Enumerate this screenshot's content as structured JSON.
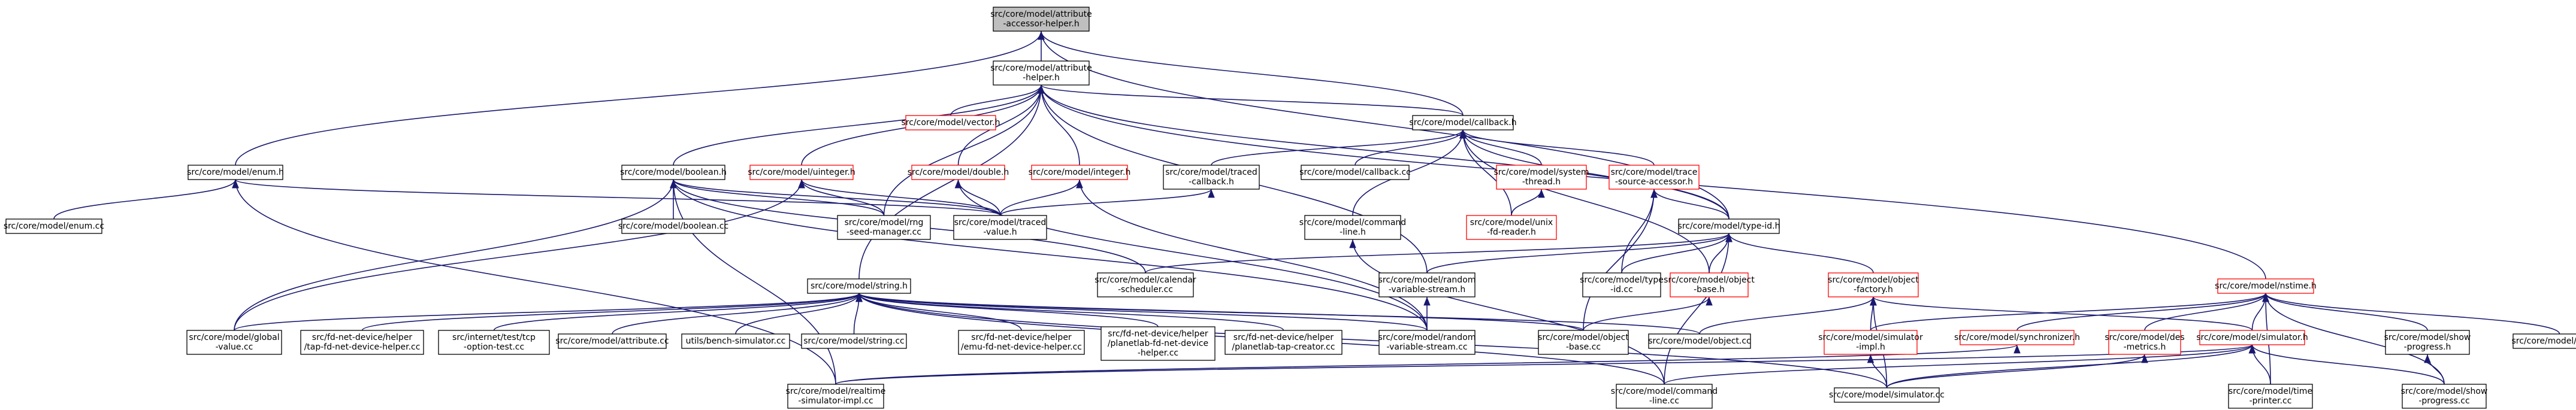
{
  "colors": {
    "edge": "#191970",
    "border_normal": "#000000",
    "border_missing": "#ff0000",
    "root_fill": "#bfbfbf",
    "node_fill": "#ffffff",
    "text": "#000000"
  },
  "nodes": [
    {
      "id": "attribute-accessor-helper",
      "lines": [
        "src/core/model/attribute",
        "-accessor-helper.h"
      ],
      "kind": "root"
    },
    {
      "id": "attribute-helper",
      "lines": [
        "src/core/model/attribute",
        "-helper.h"
      ],
      "kind": "normal"
    },
    {
      "id": "enum-h",
      "lines": [
        "src/core/model/enum.h"
      ],
      "kind": "normal"
    },
    {
      "id": "vector-h",
      "lines": [
        "src/core/model/vector.h"
      ],
      "kind": "missing"
    },
    {
      "id": "callback-h",
      "lines": [
        "src/core/model/callback.h"
      ],
      "kind": "normal"
    },
    {
      "id": "nstime-h",
      "lines": [
        "src/core/model/nstime.h"
      ],
      "kind": "missing"
    },
    {
      "id": "enum-cc",
      "lines": [
        "src/core/model/enum.cc"
      ],
      "kind": "normal"
    },
    {
      "id": "boolean-h",
      "lines": [
        "src/core/model/boolean.h"
      ],
      "kind": "normal"
    },
    {
      "id": "uinteger-h",
      "lines": [
        "src/core/model/uinteger.h"
      ],
      "kind": "missing"
    },
    {
      "id": "double-h",
      "lines": [
        "src/core/model/double.h"
      ],
      "kind": "missing"
    },
    {
      "id": "integer-h",
      "lines": [
        "src/core/model/integer.h"
      ],
      "kind": "missing"
    },
    {
      "id": "traced-callback-h",
      "lines": [
        "src/core/model/traced",
        "-callback.h"
      ],
      "kind": "normal"
    },
    {
      "id": "callback-cc",
      "lines": [
        "src/core/model/callback.cc"
      ],
      "kind": "normal"
    },
    {
      "id": "system-thread-h",
      "lines": [
        "src/core/model/system",
        "-thread.h"
      ],
      "kind": "missing"
    },
    {
      "id": "trace-source-accessor-h",
      "lines": [
        "src/core/model/trace",
        "-source-accessor.h"
      ],
      "kind": "missing"
    },
    {
      "id": "boolean-cc",
      "lines": [
        "src/core/model/boolean.cc"
      ],
      "kind": "normal"
    },
    {
      "id": "rng-seed-manager-cc",
      "lines": [
        "src/core/model/rng",
        "-seed-manager.cc"
      ],
      "kind": "normal"
    },
    {
      "id": "traced-value-h",
      "lines": [
        "src/core/model/traced",
        "-value.h"
      ],
      "kind": "normal"
    },
    {
      "id": "command-line-h",
      "lines": [
        "src/core/model/command",
        "-line.h"
      ],
      "kind": "normal"
    },
    {
      "id": "unix-fd-reader-h",
      "lines": [
        "src/core/model/unix",
        "-fd-reader.h"
      ],
      "kind": "missing"
    },
    {
      "id": "type-id-h",
      "lines": [
        "src/core/model/type-id.h"
      ],
      "kind": "normal"
    },
    {
      "id": "string-h",
      "lines": [
        "src/core/model/string.h"
      ],
      "kind": "normal"
    },
    {
      "id": "calendar-scheduler-cc",
      "lines": [
        "src/core/model/calendar",
        "-scheduler.cc"
      ],
      "kind": "normal"
    },
    {
      "id": "random-variable-stream-h",
      "lines": [
        "src/core/model/random",
        "-variable-stream.h"
      ],
      "kind": "normal"
    },
    {
      "id": "type-id-cc",
      "lines": [
        "src/core/model/type",
        "-id.cc"
      ],
      "kind": "normal"
    },
    {
      "id": "object-base-h",
      "lines": [
        "src/core/model/object",
        "-base.h"
      ],
      "kind": "missing"
    },
    {
      "id": "object-factory-h",
      "lines": [
        "src/core/model/object",
        "-factory.h"
      ],
      "kind": "missing"
    },
    {
      "id": "global-value-cc",
      "lines": [
        "src/core/model/global",
        "-value.cc"
      ],
      "kind": "normal"
    },
    {
      "id": "fd-net-tap-helper",
      "lines": [
        "src/fd-net-device/helper",
        "/tap-fd-net-device-helper.cc"
      ],
      "kind": "normal"
    },
    {
      "id": "tcp-option-test",
      "lines": [
        "src/internet/test/tcp",
        "-option-test.cc"
      ],
      "kind": "normal"
    },
    {
      "id": "attribute-cc",
      "lines": [
        "src/core/model/attribute.cc"
      ],
      "kind": "normal"
    },
    {
      "id": "bench-simulator",
      "lines": [
        "utils/bench-simulator.cc"
      ],
      "kind": "normal"
    },
    {
      "id": "string-cc",
      "lines": [
        "src/core/model/string.cc"
      ],
      "kind": "normal"
    },
    {
      "id": "fd-net-emu-helper",
      "lines": [
        "src/fd-net-device/helper",
        "/emu-fd-net-device-helper.cc"
      ],
      "kind": "normal"
    },
    {
      "id": "fd-net-planetlab-helper",
      "lines": [
        "src/fd-net-device/helper",
        "/planetlab-fd-net-device",
        "-helper.cc"
      ],
      "kind": "normal"
    },
    {
      "id": "fd-net-planetlab-tap",
      "lines": [
        "src/fd-net-device/helper",
        "/planetlab-tap-creator.cc"
      ],
      "kind": "normal"
    },
    {
      "id": "random-variable-stream-cc",
      "lines": [
        "src/core/model/random",
        "-variable-stream.cc"
      ],
      "kind": "normal"
    },
    {
      "id": "object-base-cc",
      "lines": [
        "src/core/model/object",
        "-base.cc"
      ],
      "kind": "normal"
    },
    {
      "id": "object-cc",
      "lines": [
        "src/core/model/object.cc"
      ],
      "kind": "normal"
    },
    {
      "id": "simulator-impl-h",
      "lines": [
        "src/core/model/simulator",
        "-impl.h"
      ],
      "kind": "missing"
    },
    {
      "id": "synchronizer-h",
      "lines": [
        "src/core/model/synchronizer.h"
      ],
      "kind": "missing"
    },
    {
      "id": "des-metrics-h",
      "lines": [
        "src/core/model/des",
        "-metrics.h"
      ],
      "kind": "missing"
    },
    {
      "id": "simulator-h",
      "lines": [
        "src/core/model/simulator.h"
      ],
      "kind": "missing"
    },
    {
      "id": "show-progress-h",
      "lines": [
        "src/core/model/show",
        "-progress.h"
      ],
      "kind": "normal"
    },
    {
      "id": "time-cc",
      "lines": [
        "src/core/model/time.cc"
      ],
      "kind": "normal"
    },
    {
      "id": "realtime-simulator-impl-cc",
      "lines": [
        "src/core/model/realtime",
        "-simulator-impl.cc"
      ],
      "kind": "normal"
    },
    {
      "id": "command-line-cc",
      "lines": [
        "src/core/model/command",
        "-line.cc"
      ],
      "kind": "normal"
    },
    {
      "id": "simulator-cc",
      "lines": [
        "src/core/model/simulator.cc"
      ],
      "kind": "normal"
    },
    {
      "id": "time-printer-cc",
      "lines": [
        "src/core/model/time",
        "-printer.cc"
      ],
      "kind": "normal"
    },
    {
      "id": "show-progress-cc",
      "lines": [
        "src/core/model/show",
        "-progress.cc"
      ],
      "kind": "normal"
    }
  ],
  "edges": [
    [
      "attribute-helper",
      "attribute-accessor-helper"
    ],
    [
      "enum-h",
      "attribute-accessor-helper"
    ],
    [
      "callback-h",
      "attribute-accessor-helper"
    ],
    [
      "type-id-h",
      "attribute-accessor-helper"
    ],
    [
      "vector-h",
      "attribute-helper"
    ],
    [
      "callback-h",
      "attribute-helper"
    ],
    [
      "nstime-h",
      "attribute-helper"
    ],
    [
      "boolean-h",
      "attribute-helper"
    ],
    [
      "uinteger-h",
      "attribute-helper"
    ],
    [
      "double-h",
      "attribute-helper"
    ],
    [
      "integer-h",
      "attribute-helper"
    ],
    [
      "type-id-h",
      "attribute-helper"
    ],
    [
      "string-h",
      "attribute-helper"
    ],
    [
      "rng-seed-manager-cc",
      "attribute-helper"
    ],
    [
      "random-variable-stream-h",
      "attribute-helper"
    ],
    [
      "enum-cc",
      "enum-h"
    ],
    [
      "traced-value-h",
      "enum-h"
    ],
    [
      "realtime-simulator-impl-cc",
      "enum-h"
    ],
    [
      "traced-callback-h",
      "callback-h"
    ],
    [
      "callback-cc",
      "callback-h"
    ],
    [
      "system-thread-h",
      "callback-h"
    ],
    [
      "trace-source-accessor-h",
      "callback-h"
    ],
    [
      "command-line-h",
      "callback-h"
    ],
    [
      "unix-fd-reader-h",
      "callback-h"
    ],
    [
      "type-id-h",
      "callback-h"
    ],
    [
      "object-base-h",
      "callback-h"
    ],
    [
      "boolean-cc",
      "boolean-h"
    ],
    [
      "rng-seed-manager-cc",
      "boolean-h"
    ],
    [
      "traced-value-h",
      "boolean-h"
    ],
    [
      "global-value-cc",
      "boolean-h"
    ],
    [
      "realtime-simulator-impl-cc",
      "boolean-h"
    ],
    [
      "calendar-scheduler-cc",
      "boolean-h"
    ],
    [
      "random-variable-stream-cc",
      "boolean-h"
    ],
    [
      "rng-seed-manager-cc",
      "uinteger-h"
    ],
    [
      "traced-value-h",
      "uinteger-h"
    ],
    [
      "global-value-cc",
      "uinteger-h"
    ],
    [
      "random-variable-stream-cc",
      "double-h"
    ],
    [
      "traced-value-h",
      "double-h"
    ],
    [
      "traced-value-h",
      "integer-h"
    ],
    [
      "random-variable-stream-cc",
      "integer-h"
    ],
    [
      "traced-value-h",
      "traced-callback-h"
    ],
    [
      "unix-fd-reader-h",
      "system-thread-h"
    ],
    [
      "type-id-h",
      "trace-source-accessor-h"
    ],
    [
      "object-base-cc",
      "trace-source-accessor-h"
    ],
    [
      "type-id-cc",
      "trace-source-accessor-h"
    ],
    [
      "command-line-cc",
      "command-line-h"
    ],
    [
      "calendar-scheduler-cc",
      "type-id-h"
    ],
    [
      "random-variable-stream-h",
      "type-id-h"
    ],
    [
      "type-id-cc",
      "type-id-h"
    ],
    [
      "object-base-h",
      "type-id-h"
    ],
    [
      "object-factory-h",
      "type-id-h"
    ],
    [
      "command-line-cc",
      "type-id-h"
    ],
    [
      "global-value-cc",
      "string-h"
    ],
    [
      "fd-net-tap-helper",
      "string-h"
    ],
    [
      "tcp-option-test",
      "string-h"
    ],
    [
      "attribute-cc",
      "string-h"
    ],
    [
      "bench-simulator",
      "string-h"
    ],
    [
      "string-cc",
      "string-h"
    ],
    [
      "fd-net-emu-helper",
      "string-h"
    ],
    [
      "fd-net-planetlab-helper",
      "string-h"
    ],
    [
      "fd-net-planetlab-tap",
      "string-h"
    ],
    [
      "random-variable-stream-cc",
      "string-h"
    ],
    [
      "object-base-cc",
      "string-h"
    ],
    [
      "object-cc",
      "string-h"
    ],
    [
      "command-line-cc",
      "string-h"
    ],
    [
      "simulator-cc",
      "string-h"
    ],
    [
      "random-variable-stream-cc",
      "random-variable-stream-h"
    ],
    [
      "object-base-cc",
      "object-base-h"
    ],
    [
      "object-cc",
      "object-factory-h"
    ],
    [
      "simulator-impl-h",
      "object-factory-h"
    ],
    [
      "simulator-h",
      "object-factory-h"
    ],
    [
      "simulator-cc",
      "object-factory-h"
    ],
    [
      "simulator-impl-h",
      "nstime-h"
    ],
    [
      "synchronizer-h",
      "nstime-h"
    ],
    [
      "des-metrics-h",
      "nstime-h"
    ],
    [
      "simulator-h",
      "nstime-h"
    ],
    [
      "show-progress-h",
      "nstime-h"
    ],
    [
      "time-cc",
      "nstime-h"
    ],
    [
      "time-printer-cc",
      "nstime-h"
    ],
    [
      "show-progress-cc",
      "nstime-h"
    ],
    [
      "simulator-cc",
      "simulator-impl-h"
    ],
    [
      "realtime-simulator-impl-cc",
      "synchronizer-h"
    ],
    [
      "simulator-cc",
      "des-metrics-h"
    ],
    [
      "realtime-simulator-impl-cc",
      "simulator-h"
    ],
    [
      "command-line-cc",
      "simulator-h"
    ],
    [
      "simulator-cc",
      "simulator-h"
    ],
    [
      "time-printer-cc",
      "simulator-h"
    ],
    [
      "show-progress-cc",
      "simulator-h"
    ],
    [
      "show-progress-cc",
      "show-progress-h"
    ]
  ]
}
